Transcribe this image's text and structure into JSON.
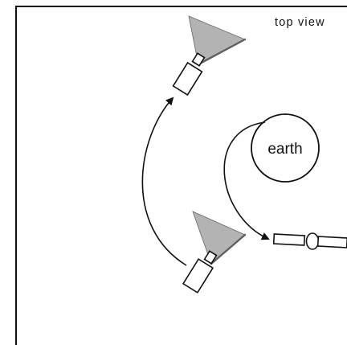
{
  "view_label": "top view",
  "earth_label": "earth",
  "colors": {
    "line": "#111111",
    "beam": "#b3b3b3",
    "background": "#ffffff"
  },
  "icons": [
    "camera-icon",
    "satellite-icon",
    "earth-circle"
  ]
}
